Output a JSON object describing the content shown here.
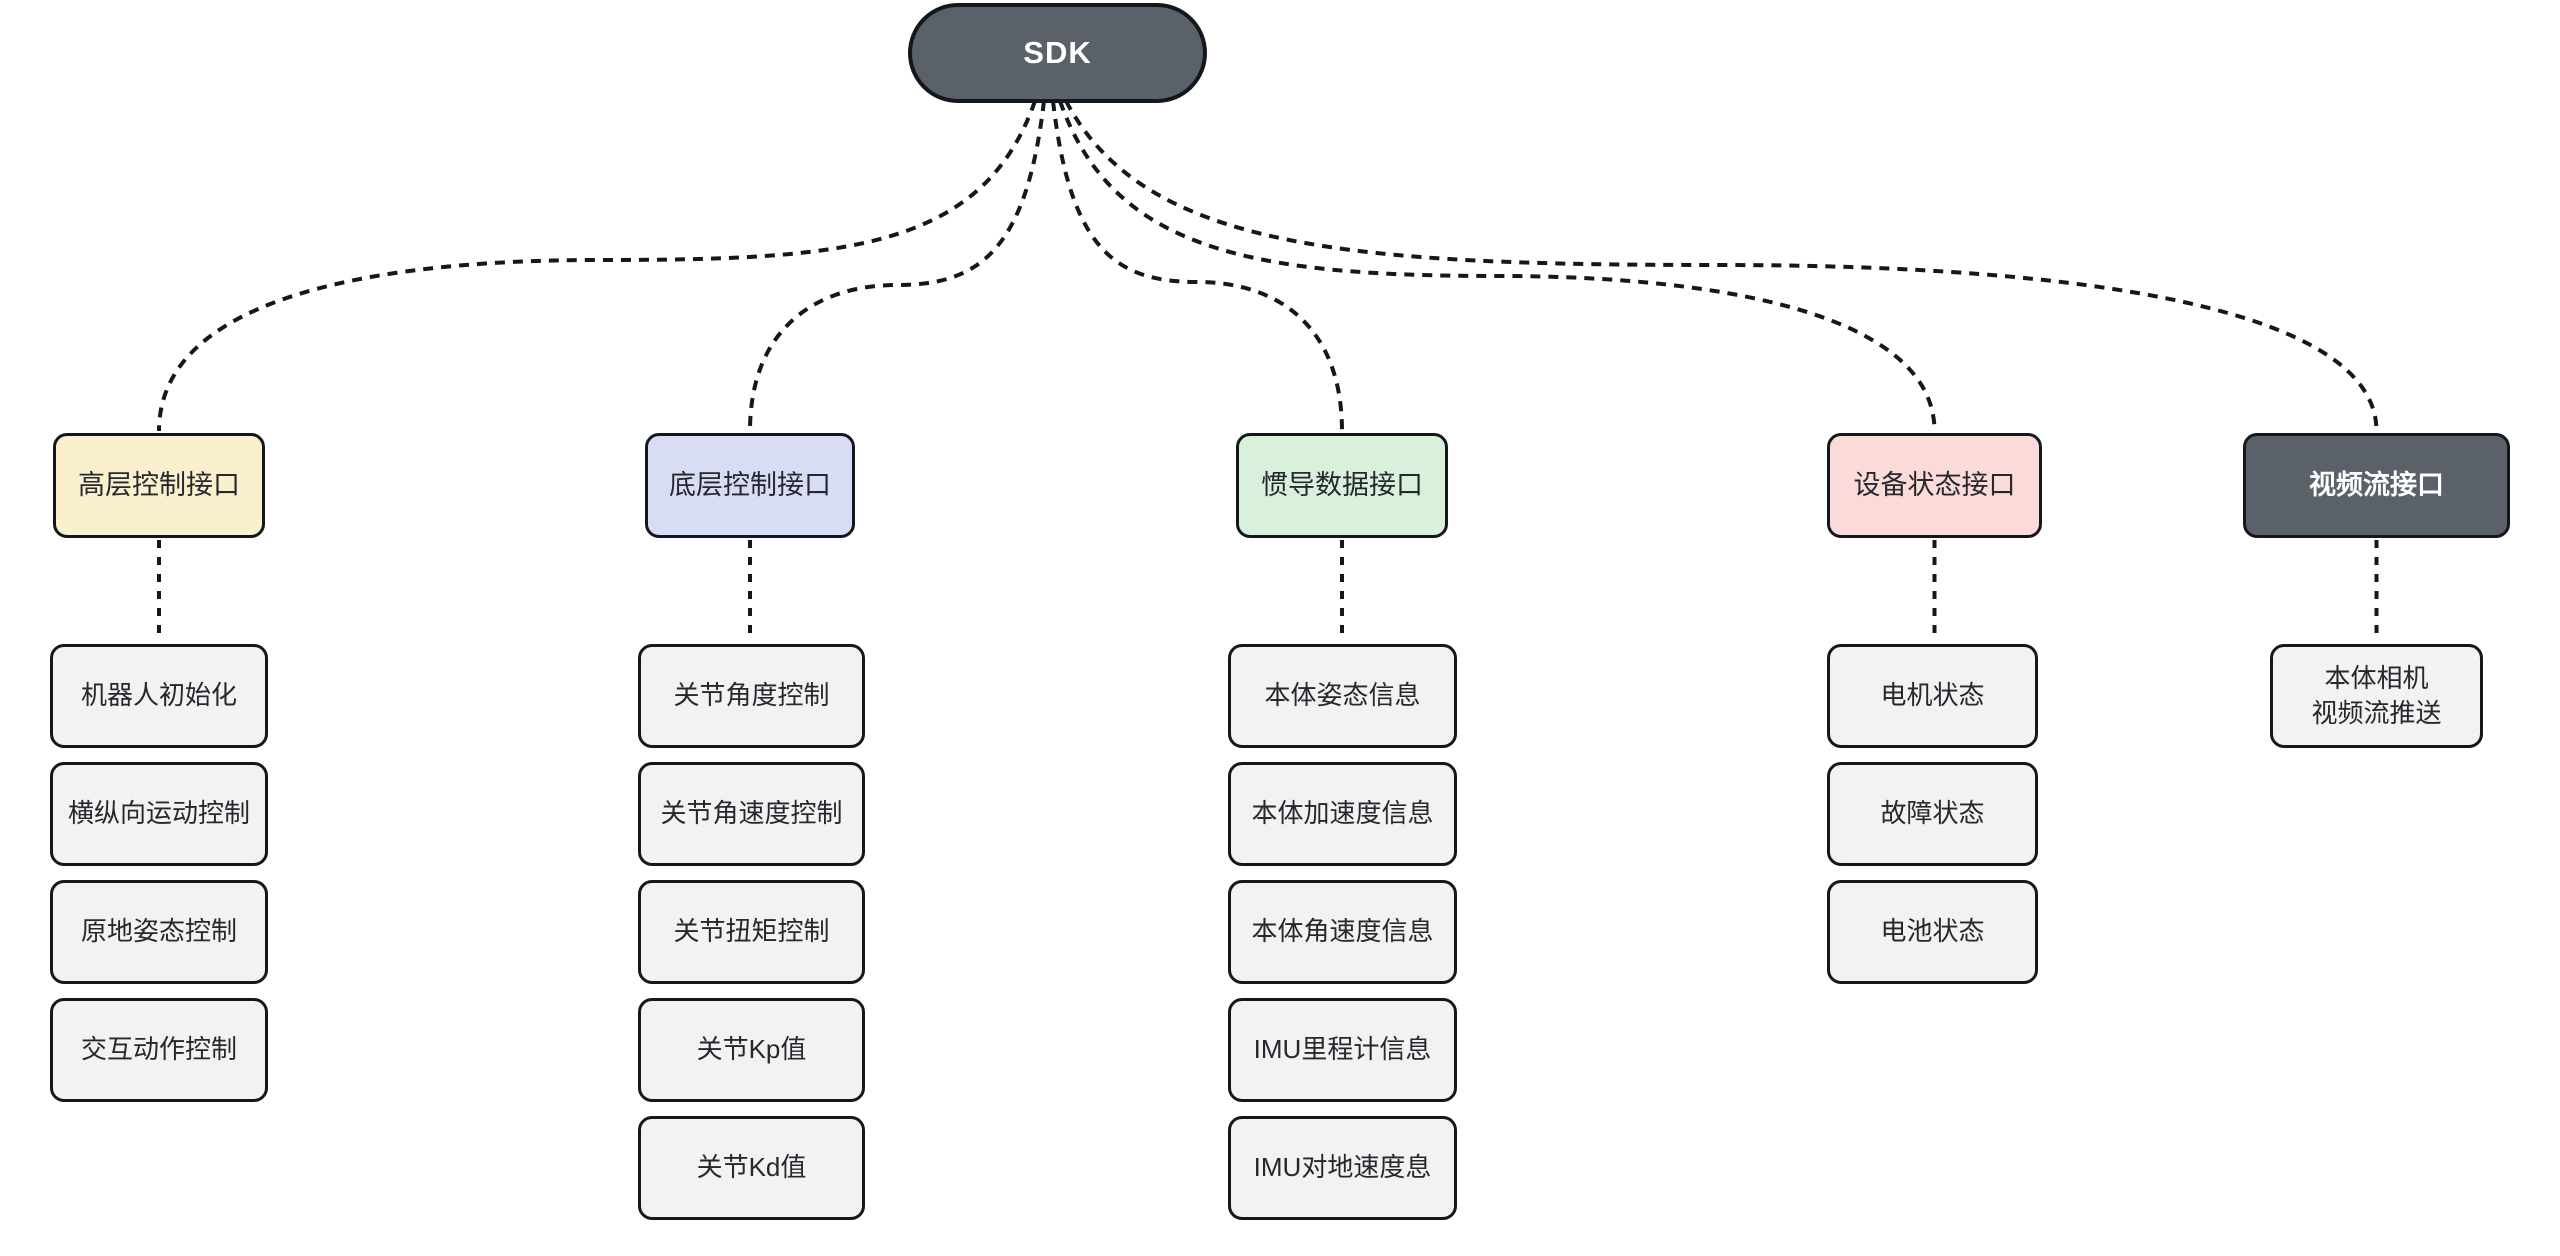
{
  "root": {
    "label": "SDK"
  },
  "root_fill": "#5A6169",
  "root_text_color": "#FFFFFF",
  "child_fill": "#F2F2F3",
  "edge_color": "#14171B",
  "branches": [
    {
      "id": "high-level-control",
      "label": "高层控制接口",
      "fill": "#FAF0CE",
      "text_color": "#25282C",
      "bold": false,
      "children": [
        "机器人初始化",
        "横纵向运动控制",
        "原地姿态控制",
        "交互动作控制"
      ]
    },
    {
      "id": "low-level-control",
      "label": "底层控制接口",
      "fill": "#D8DDF5",
      "text_color": "#25282C",
      "bold": false,
      "children": [
        "关节角度控制",
        "关节角速度控制",
        "关节扭矩控制",
        "关节Kp值",
        "关节Kd值"
      ]
    },
    {
      "id": "imu-data",
      "label": "惯导数据接口",
      "fill": "#D9F0DC",
      "text_color": "#25282C",
      "bold": false,
      "children": [
        "本体姿态信息",
        "本体加速度信息",
        "本体角速度信息",
        "IMU里程计信息",
        "IMU对地速度息"
      ]
    },
    {
      "id": "device-status",
      "label": "设备状态接口",
      "fill": "#FBDADA",
      "text_color": "#25282C",
      "bold": false,
      "children": [
        "电机状态",
        "故障状态",
        "电池状态"
      ]
    },
    {
      "id": "video-stream",
      "label": "视频流接口",
      "fill": "#5A6169",
      "text_color": "#FFFFFF",
      "bold": true,
      "children": [
        "本体相机\n视频流推送"
      ]
    }
  ]
}
